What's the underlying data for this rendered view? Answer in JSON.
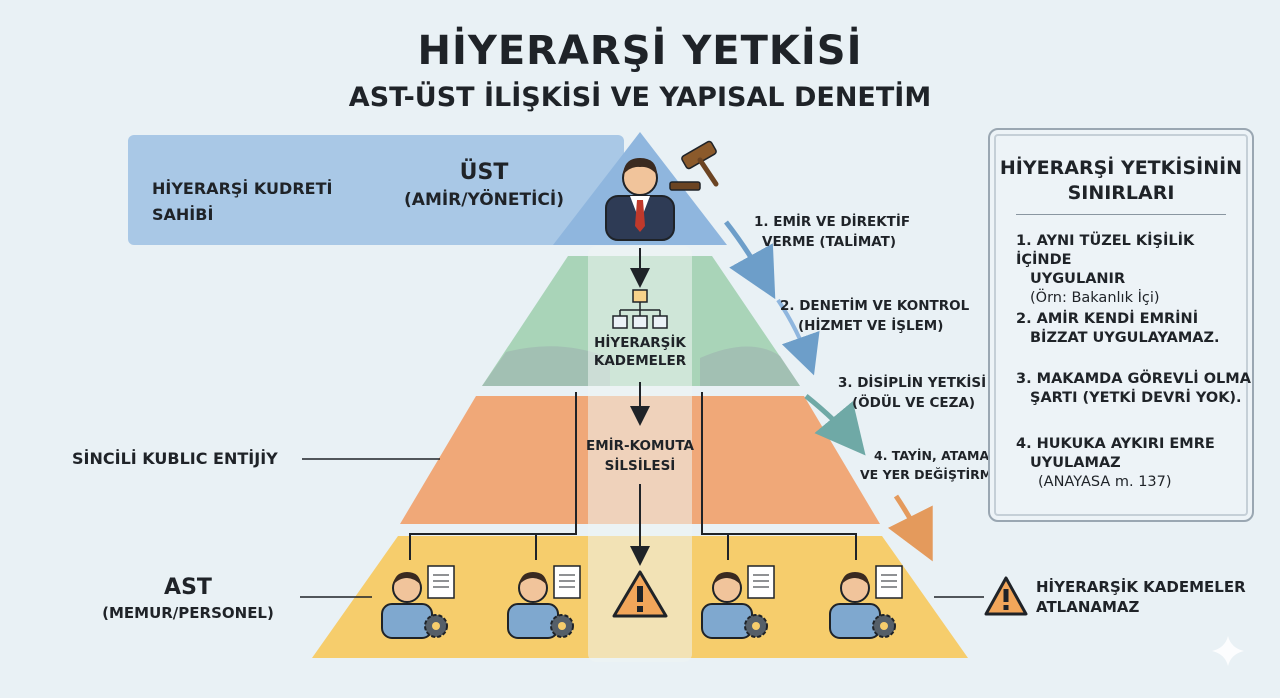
{
  "header": {
    "title": "HİYERARŞİ YETKİSİ",
    "subtitle": "AST-ÜST İLİŞKİSİ VE YAPISAL DENETİM"
  },
  "top_band": {
    "left_label_line1": "HİYERARŞİ KUDRETİ",
    "left_label_line2": "SAHİBİ",
    "ust_label": "ÜST",
    "ust_sub": "(AMİR/YÖNETİCİ)"
  },
  "center_column": {
    "tiers_line1": "HİYERARŞİK",
    "tiers_line2": "KADEMELER",
    "chain_line1": "EMİR-KOMUTA",
    "chain_line2": "SİLSİLESİ"
  },
  "middle_label": "SİNCİLİ KUBLIC ENTİJİY",
  "bottom": {
    "ast_label": "AST",
    "ast_sub": "(MEMUR/PERSONEL)",
    "warning_line1": "HİYERARŞİK KADEMELER",
    "warning_line2": "ATLANAMAZ"
  },
  "powers": [
    {
      "line1": "1. EMİR VE DİREKTİF",
      "line2": "VERME (TALİMAT)"
    },
    {
      "line1": "2. DENETİM VE KONTROL",
      "line2": "(HİZMET VE İŞLEM)"
    },
    {
      "line1": "3. DİSİPLİN YETKİSİ",
      "line2": "(ÖDÜL VE CEZA)"
    },
    {
      "line1": "4. TAYİN, ATAMA",
      "line2": "VE YER DEĞİŞTİRME"
    }
  ],
  "limits": {
    "title_line1": "HİYERARŞİ YETKİSİNİN",
    "title_line2": "SINIRLARI",
    "items": [
      {
        "line1": "1. AYNI TÜZEL KİŞİLİK İÇİNDE",
        "line2": "UYGULANIR",
        "note": "(Örn: Bakanlık İçi)"
      },
      {
        "line1": "2. AMİR KENDİ EMRİNİ",
        "line2": "BİZZAT UYGULAYAMAZ.",
        "note": ""
      },
      {
        "line1": "3. MAKAMDA GÖREVLİ OLMA",
        "line2": "ŞARTI (YETKİ DEVRİ YOK).",
        "note": ""
      },
      {
        "line1": "4. HUKUKA AYKIRI EMRE",
        "line2": "UYULAMAZ",
        "note": "(ANAYASA m. 137)"
      }
    ]
  },
  "colors": {
    "top_band": "#a9c8e6",
    "pyramid_top": "#8fb6de",
    "tier_green": "#a9d4b8",
    "tier_orange": "#f0a878",
    "tier_yellow": "#f6cd6c",
    "accent_dark": "#1f2d3d"
  },
  "icons": [
    "manager-icon",
    "gavel-icon",
    "org-chart-icon",
    "worker-icon",
    "document-icon",
    "gear-icon",
    "warning-icon",
    "sparkle-icon"
  ]
}
